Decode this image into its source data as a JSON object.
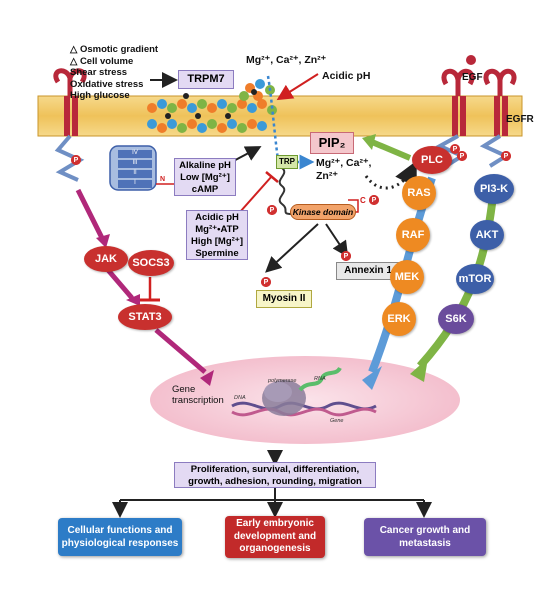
{
  "stimuli": {
    "line1": "△ Osmotic gradient",
    "line2": "△ Cell volume",
    "line3": "Shear stress",
    "line4": "Oxidative stress",
    "line5": "High glucose"
  },
  "ions_top": "Mg²⁺, Ca²⁺, Zn²⁺",
  "acidic_ph_top": "Acidic pH",
  "trpm7_label": "TRPM7",
  "egf_label": "EGF",
  "egfr_label": "EGFR",
  "pip2_label": "PIP₂",
  "trp_label": "TRP",
  "ions_mid": "Mg²⁺, Ca²⁺,",
  "ions_mid2": "Zn²⁺",
  "kinase_label": "Kinase domain",
  "c_label": "C",
  "n_label": "N",
  "p_label": "P",
  "alkaline_box": {
    "line1": "Alkaline pH",
    "line2": "Low [Mg²⁺]",
    "line3": "cAMP"
  },
  "acidic_box": {
    "line1": "Acidic pH",
    "line2": "Mg²⁺•ATP",
    "line3": "High [Mg²⁺]",
    "line4": "Spermine"
  },
  "annexin_label": "Annexin 1",
  "myosin_label": "Myosin II",
  "jak_label": "JAK",
  "socs3_label": "SOCS3",
  "stat3_label": "STAT3",
  "plc_label": "PLC",
  "ras_label": "RAS",
  "raf_label": "RAF",
  "mek_label": "MEK",
  "erk_label": "ERK",
  "pi3k_label": "PI3-K",
  "akt_label": "AKT",
  "mtor_label": "mTOR",
  "s6k_label": "S6K",
  "gene_label": {
    "line1": "Gene",
    "line2": "transcription"
  },
  "polymerase_label": "polymerase",
  "rna_label": "RNA",
  "dna_label": "DNA",
  "gene_small": "Gene",
  "helix_labels": [
    "IV",
    "III",
    "II",
    "I"
  ],
  "outcome_box": {
    "line1": "Proliferation, survival, differentiation,",
    "line2": "growth, adhesion, rounding, migration"
  },
  "result_left": {
    "line1": "Cellular functions and",
    "line2": "physiological responses"
  },
  "result_mid": {
    "line1": "Early embryonic",
    "line2": "development and",
    "line3": "organogenesis"
  },
  "result_right": {
    "line1": "Cancer growth and",
    "line2": "metastasis"
  },
  "colors": {
    "membrane": "#f3c96a",
    "egfr": "#b8283a",
    "receptor_blue": "#6f8fc4",
    "red_node": "#c8302e",
    "orange_node": "#ee8a22",
    "blue_node": "#3d5fa8",
    "purple_node": "#6a4c9c",
    "lavender_box": "#e3daf3",
    "result_blue": "#2d7cc7",
    "result_red": "#c22a2a",
    "result_purple": "#6b52a8",
    "magenta_arrow": "#b0287a",
    "green_arrow": "#7fb445",
    "blue_arrow": "#5d9bd8"
  }
}
